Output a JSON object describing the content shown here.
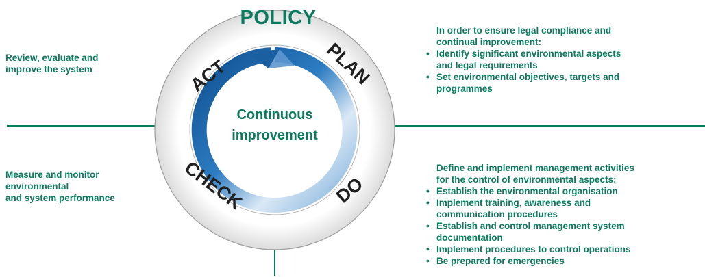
{
  "diagram": {
    "policy": "POLICY",
    "center_line1": "Continuous",
    "center_line2": "improvement",
    "cycle_labels": {
      "act": "ACT",
      "plan": "PLAN",
      "check": "CHECK",
      "do": "DO"
    },
    "top_left": {
      "line1": "Review, evaluate and",
      "line2": "improve the system"
    },
    "bottom_left": {
      "line1": "Measure and monitor",
      "line2": "environmental",
      "line3": "and system performance"
    },
    "top_right": {
      "intro1": "In order to ensure legal compliance and",
      "intro2": "continual improvement:",
      "bullets": [
        {
          "line1": "Identify significant environmental aspects",
          "line2": "and legal requirements"
        },
        {
          "line1": "Set environmental objectives, targets and",
          "line2": "programmes"
        }
      ]
    },
    "bottom_right": {
      "intro1": "Define and implement management activities",
      "intro2": "for the control of environmental aspects:",
      "bullets": [
        {
          "line1": "Establish the environmental organisation"
        },
        {
          "line1": "Implement training, awareness and",
          "line2": "communication procedures"
        },
        {
          "line1": "Establish and control management system",
          "line2": "documentation"
        },
        {
          "line1": "Implement procedures to control operations"
        },
        {
          "line1": "Be prepared for emergencies"
        }
      ]
    },
    "bullet_char": "•",
    "colors": {
      "green": "#0b7a5f",
      "ring_dark": "#1a5fa0",
      "ring_light": "#cfe2f3",
      "outer_ring": "#e6e6e6"
    }
  }
}
